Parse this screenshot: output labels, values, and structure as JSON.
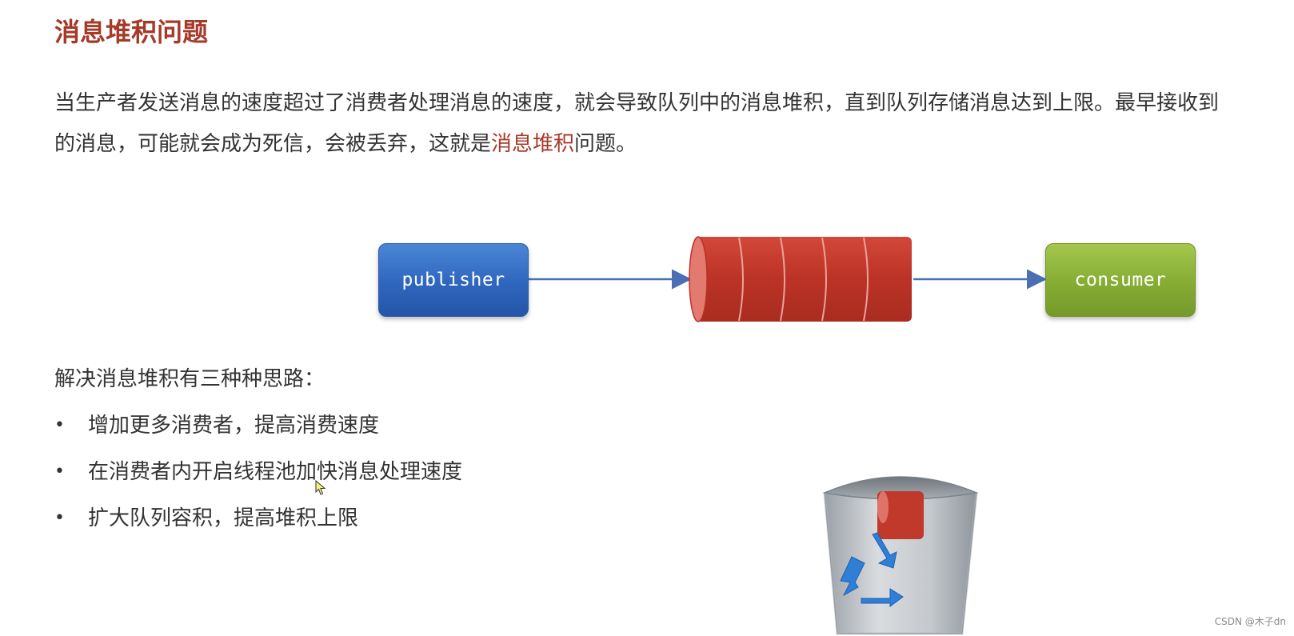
{
  "title": "消息堆积问题",
  "paragraph": {
    "part1": "当生产者发送消息的速度超过了消费者处理消息的速度，就会导致队列中的消息堆积，直到队列存储消息达到上限。最早接收到的消息，可能就会成为死信，会被丢弃，这就是",
    "highlight": "消息堆积",
    "part2": "问题。"
  },
  "diagram": {
    "publisher_label": "publisher",
    "consumer_label": "consumer",
    "queue_icon": "queue-cylinder-icon",
    "publisher_color": "#2f66bd",
    "consumer_color": "#86ac34",
    "queue_color": "#c0392b",
    "arrow_color": "#4a6fb5"
  },
  "solutions": {
    "heading": "解决消息堆积有三种种思路：",
    "items": [
      "增加更多消费者，提高消费速度",
      "在消费者内开启线程池加快消息处理速度",
      "扩大队列容积，提高堆积上限"
    ]
  },
  "trash_icon": "recycle-bin-icon",
  "watermark": "CSDN @木子dn",
  "colors": {
    "accent": "#a63a2a",
    "text": "#333333"
  }
}
